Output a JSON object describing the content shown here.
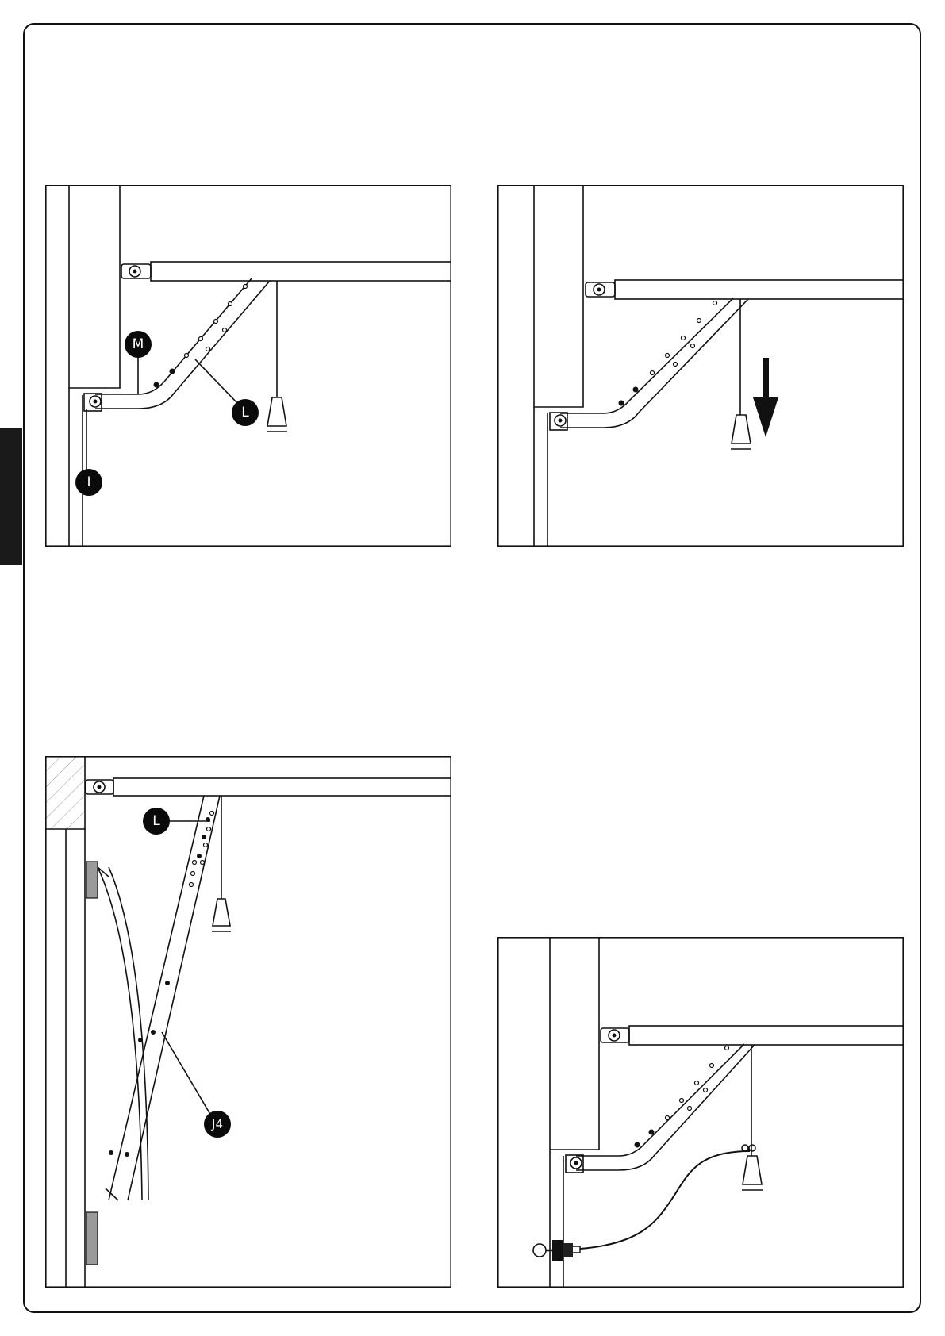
{
  "colors": {
    "line": "#111111",
    "badge": "#0a0a0a",
    "badge_text": "#ffffff",
    "pad": "#9a9a9a",
    "side_tab": "#1a1a1a"
  },
  "panels": {
    "top_left": {
      "labels": {
        "m": "M",
        "l": "L",
        "i": "I"
      }
    },
    "top_right": {
      "arrow_icon": "down-arrow-icon"
    },
    "bottom_left": {
      "labels": {
        "l": "L",
        "j4": "J4"
      }
    },
    "bottom_right": {
      "key_icon": "release-key-icon"
    }
  }
}
